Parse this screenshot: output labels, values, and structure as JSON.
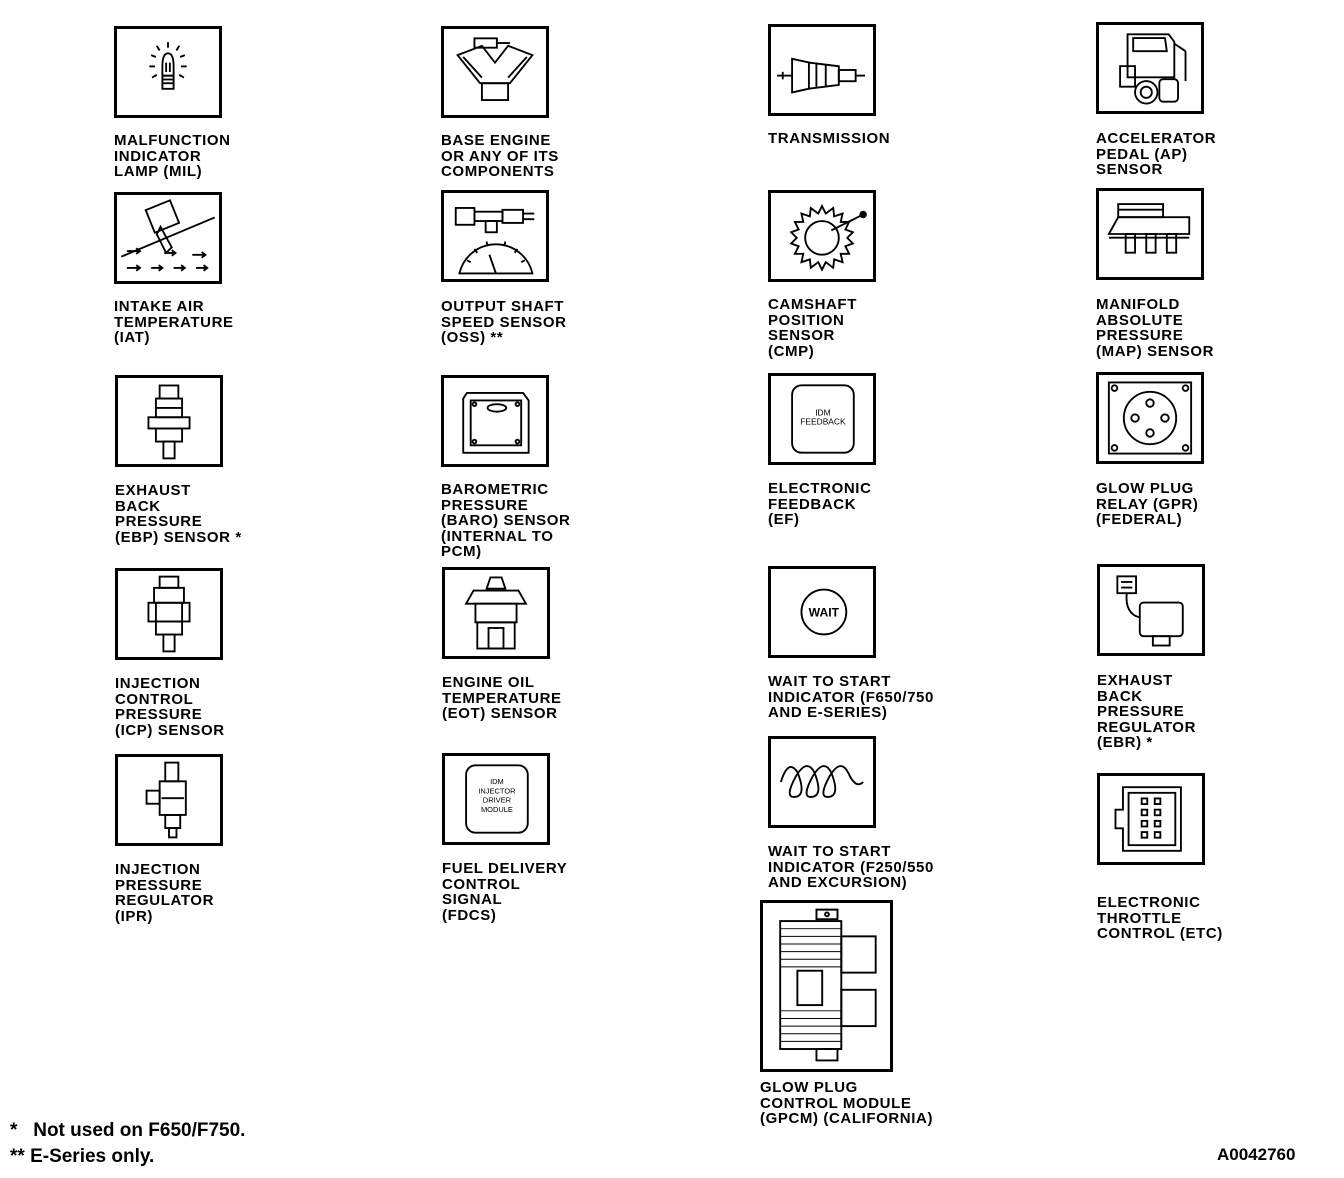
{
  "components": {
    "mil": "MALFUNCTION\nINDICATOR\nLAMP (MIL)",
    "base_engine": "BASE ENGINE\nOR ANY OF ITS\nCOMPONENTS",
    "transmission": "TRANSMISSION",
    "ap_sensor": "ACCELERATOR\nPEDAL (AP)\nSENSOR",
    "iat": "INTAKE AIR\nTEMPERATURE\n(IAT)",
    "oss": "OUTPUT SHAFT\nSPEED SENSOR\n(OSS) **",
    "cmp": "CAMSHAFT\nPOSITION\nSENSOR\n(CMP)",
    "map": "MANIFOLD\nABSOLUTE\nPRESSURE\n(MAP) SENSOR",
    "ebp": "EXHAUST\nBACK\nPRESSURE\n(EBP) SENSOR *",
    "baro": "BAROMETRIC\nPRESSURE\n(BARO) SENSOR\n(INTERNAL TO\nPCM)",
    "ef": "ELECTRONIC\nFEEDBACK\n(EF)",
    "gpr": "GLOW PLUG\nRELAY (GPR)\n(FEDERAL)",
    "icp": "INJECTION\nCONTROL\nPRESSURE\n(ICP) SENSOR",
    "eot": "ENGINE OIL\nTEMPERATURE\n(EOT) SENSOR",
    "wait_f650": "WAIT TO START\nINDICATOR (F650/750\nAND E-SERIES)",
    "ebr": "EXHAUST\nBACK\nPRESSURE\nREGULATOR\n(EBR) *",
    "ipr": "INJECTION\nPRESSURE\nREGULATOR\n(IPR)",
    "fdcs": "FUEL DELIVERY\nCONTROL\nSIGNAL\n(FDCS)",
    "wait_f250": "WAIT TO START\nINDICATOR (F250/550\nAND EXCURSION)",
    "etc": "ELECTRONIC\nTHROTTLE\nCONTROL (ETC)",
    "gpcm": "GLOW PLUG\nCONTROL MODULE\n(GPCM) (CALIFORNIA)"
  },
  "icon_text": {
    "ef_line1": "IDM",
    "ef_line2": "FEEDBACK",
    "wait": "WAIT",
    "idm_line1": "IDM",
    "idm_line2": "INJECTOR",
    "idm_line3": "DRIVER",
    "idm_line4": "MODULE"
  },
  "footnotes": {
    "single": "*   Not used on F650/F750.",
    "double": "** E-Series only."
  },
  "figure_ref": "A0042760"
}
